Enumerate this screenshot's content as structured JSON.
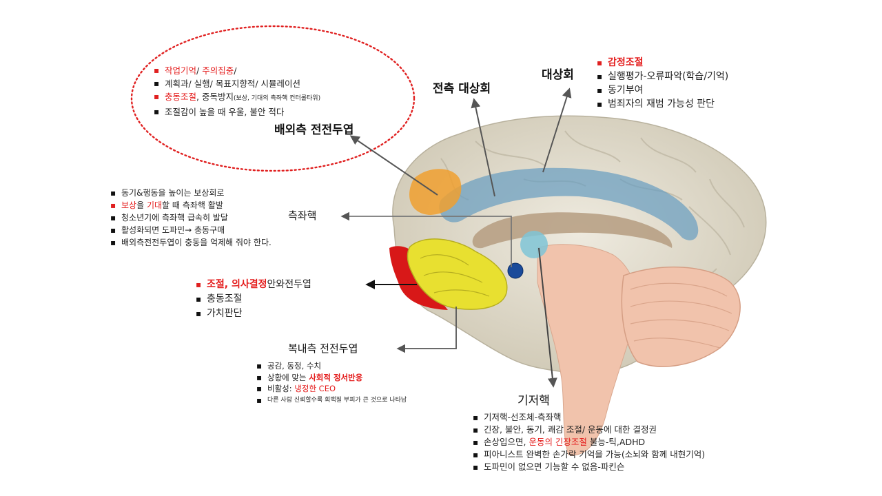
{
  "labels": {
    "dlpfc": "배외측 전전두엽",
    "acc": "전측 대상회",
    "cingulate": "대상회",
    "nacc": "측좌핵",
    "ofc": "안와전두엽",
    "vmpfc": "복내측 전전두엽",
    "basal": "기저핵"
  },
  "dlpfc_notes": {
    "i1a": "작업기억",
    "i1s": "/ ",
    "i1b": "주의집중",
    "i1c": "/",
    "i2": "계획과/ 실행/ 목표지향적/ 시뮬레이션",
    "i3a": "충동조절",
    "i3b": ", 중독방지",
    "i3c": "(보상, 기대의 측좌핵 컨터롤타워)",
    "i4": "조절감이 높을 때 우울, 불안 적다"
  },
  "cingulate_notes": {
    "i1": "감정조절",
    "i2": "실행평가-오류파악(학습/기억)",
    "i3": "동기부여",
    "i4": "범죄자의 재범 가능성 판단"
  },
  "nacc_notes": {
    "i1": "동기&행동을 높이는 보상회로",
    "i2a": "보상",
    "i2b": "을 ",
    "i2c": "기대",
    "i2d": "할 때 측좌핵 활발",
    "i3": "청소년기에 측좌핵 급속히 발달",
    "i4": "활성화되면 도파민→ 충동구매",
    "i5": "배외측전전두엽이 충동을 억제해 줘야 한다."
  },
  "ofc_notes": {
    "i1": "조절, 의사결정",
    "i2": "충동조절",
    "i3": "가치판단"
  },
  "vmpfc_notes": {
    "i1": "공감, 동정, 수치",
    "i2a": "상황에 맞는 ",
    "i2b": "사회적 정서반응",
    "i3a": "비활성: ",
    "i3b": "냉정한 CEO",
    "i4": "다른 사람 신뢰할수록 회백질 부피가 큰 것으로 나타남"
  },
  "basal_notes": {
    "i1": "기저핵-선조체-측좌핵",
    "i2": "긴장, 불안, 동기, 쾌감 조절/ 운동에 대한 결정권",
    "i3a": "손상입으면, ",
    "i3b": "운동의 긴장조절",
    "i3c": " 불능-틱,ADHD",
    "i4": "피아니스트 완벽한 손가락 기억을 가능(소뇌와 함께 내현기억)",
    "i5": "도파민이 없으면 기능할 수 없음-파킨슨"
  },
  "colors": {
    "accent_red": "#e41b1b",
    "ellipse_dash": "#e02020",
    "acc_orange": "#f0a030",
    "cingulate_blue": "#6a9ec0",
    "ofc_red": "#d81818",
    "vmpfc_yellow": "#e8e030",
    "nacc_navy": "#1a4a9a",
    "brain_tan": "#d9d3c2",
    "cerebellum_pink": "#f1c3ac"
  }
}
